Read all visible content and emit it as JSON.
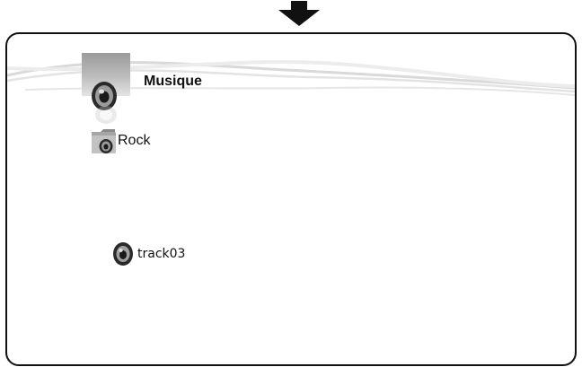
{
  "header": {
    "title": "Musique"
  },
  "folder": {
    "label": "Rock"
  },
  "track": {
    "label": "track03"
  }
}
